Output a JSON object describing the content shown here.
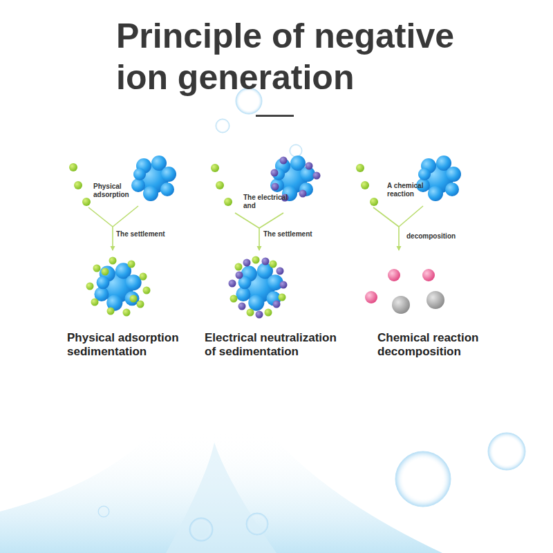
{
  "diagram": {
    "title": "Principle of negative ion generation",
    "labels": [
      "Physical adsorption",
      "The settlement",
      "The electrical and",
      "The settlement",
      "A chemical reaction",
      "decomposition",
      "Physical adsorption sedimentation",
      "Electrical neutralization of sedimentation",
      "Chemical reaction decomposition"
    ]
  }
}
